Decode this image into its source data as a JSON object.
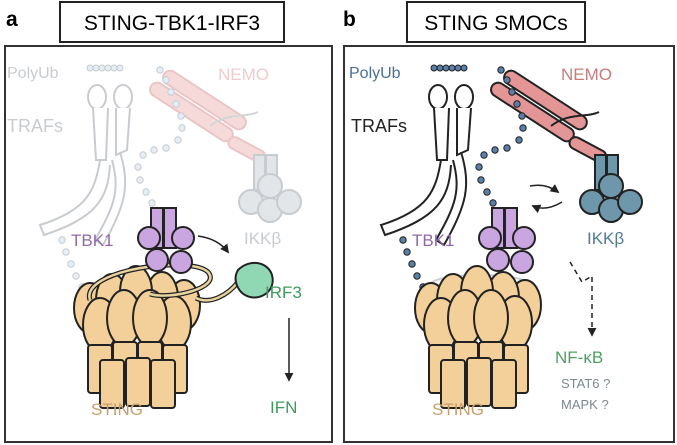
{
  "panel_a": {
    "letter": "a",
    "title": "STING-TBK1-IRF3",
    "labels": {
      "polyub": "PolyUb",
      "nemo": "NEMO",
      "trafs": "TRAFs",
      "tbk1": "TBK1",
      "ikkb": "IKKβ",
      "irf3": "IRF3",
      "sting": "STING",
      "ifn": "IFN"
    }
  },
  "panel_b": {
    "letter": "b",
    "title": "STING SMOCs",
    "labels": {
      "polyub": "PolyUb",
      "nemo": "NEMO",
      "trafs": "TRAFs",
      "tbk1": "TBK1",
      "ikkb": "IKKβ",
      "sting": "STING",
      "nfkb": "NF-κB",
      "stat6": "STAT6 ?",
      "mapk": "MAPK ?"
    }
  },
  "colors": {
    "sting": "#f3cf9a",
    "tbk1": "#c9a6e0",
    "irf3": "#8fd8b3",
    "irf3_text": "#3f9b5e",
    "ikkb": "#6e97ab",
    "ikkb_text": "#4f7d94",
    "nemo": "#e49595",
    "nemo_text": "#c87b7b",
    "polyub": "#5b7fa8",
    "polyub_text": "#4a6f96",
    "tbk1_text": "#8e6aaa",
    "sting_text": "#c4a06e",
    "nfkb_text": "#4f9f63",
    "muted_text": "#7b8a8c",
    "faded": "#c8ccd0",
    "outline": "#222222"
  }
}
